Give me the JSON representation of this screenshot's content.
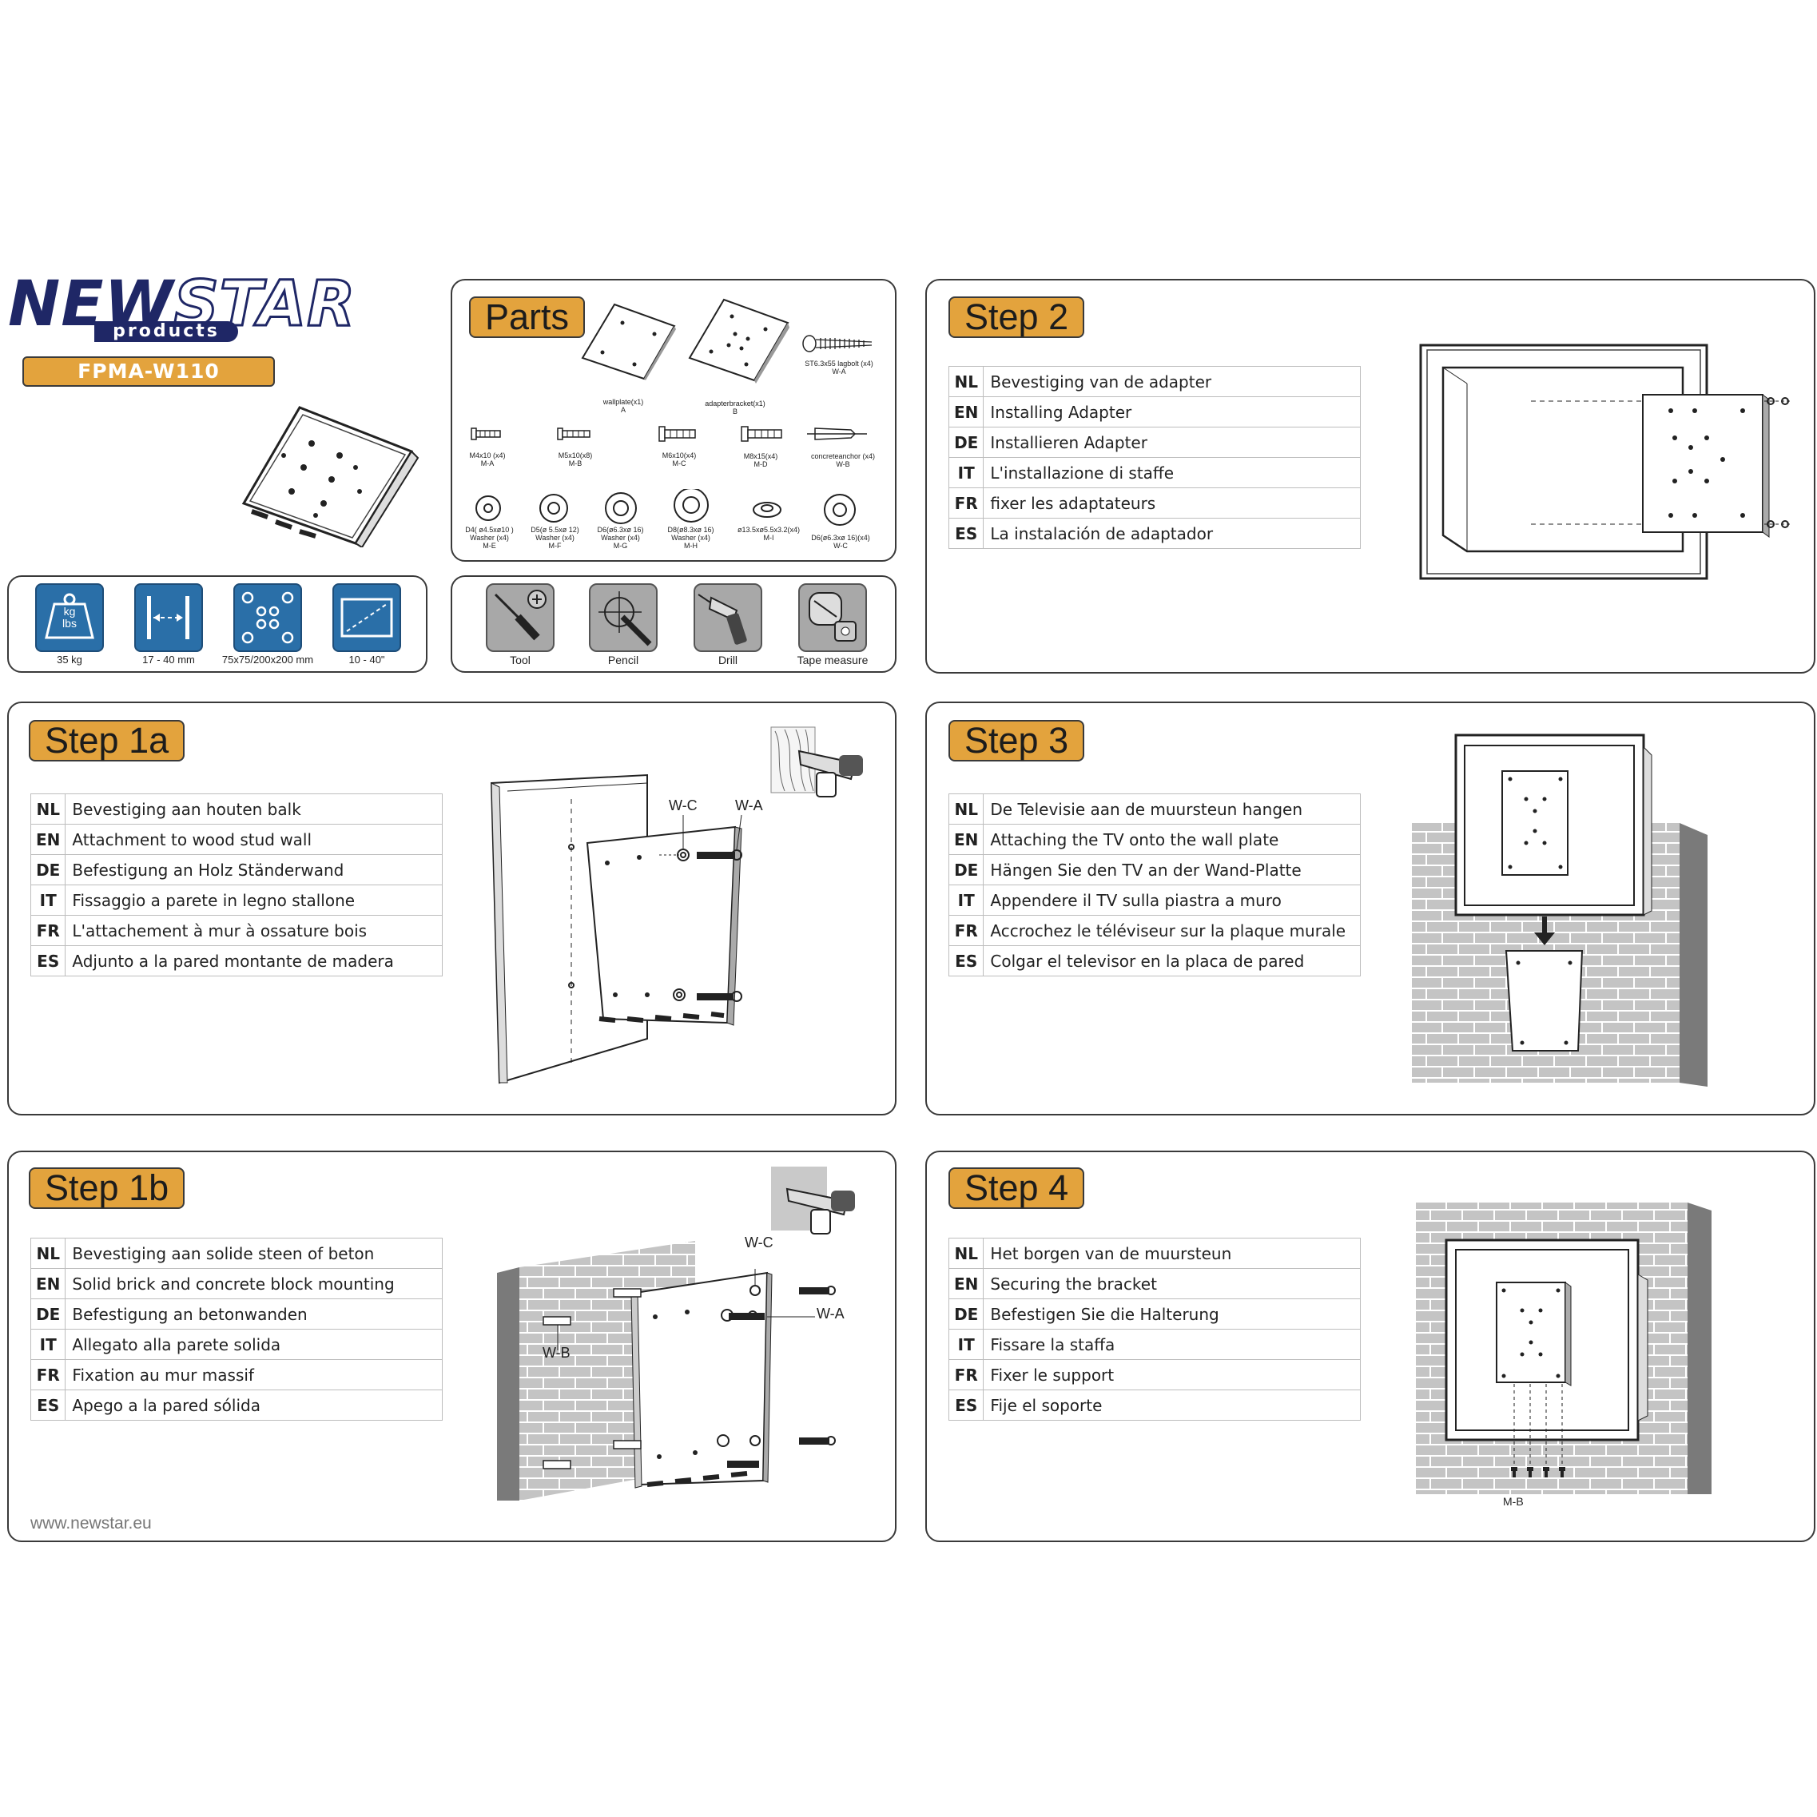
{
  "brand": {
    "name_part1": "NEW",
    "name_part2": "STAR",
    "sub": "products",
    "model": "FPMA-W110"
  },
  "specs": [
    {
      "icon": "weight-icon",
      "icon_text_1": "kg",
      "icon_text_2": "lbs",
      "label": "35 kg"
    },
    {
      "icon": "wall-distance-icon",
      "label": "17 - 40 mm"
    },
    {
      "icon": "vesa-pattern-icon",
      "label": "75x75/200x200 mm"
    },
    {
      "icon": "screen-size-icon",
      "label": "10 - 40\""
    }
  ],
  "parts": {
    "title": "Parts",
    "items": [
      {
        "name": "wallplate(x1)",
        "code": "A"
      },
      {
        "name": "adapterbracket(x1)",
        "code": "B"
      },
      {
        "name": "ST6.3x55 lagbolt    (x4)",
        "code": "W-A"
      },
      {
        "name": "M4x10  (x4)",
        "code": "M-A"
      },
      {
        "name": "M5x10(x8)",
        "code": "M-B"
      },
      {
        "name": "M6x10(x4)",
        "code": "M-C"
      },
      {
        "name": "M8x15(x4)",
        "code": "M-D"
      },
      {
        "name": "concreteanchor   (x4)",
        "code": "W-B"
      },
      {
        "name": "D4( ø4.5xø10 )",
        "sub": "Washer  (x4)",
        "code": "M-E"
      },
      {
        "name": "D5(ø 5.5xø 12)",
        "sub": "Washer  (x4)",
        "code": "M-F"
      },
      {
        "name": "D6(ø6.3xø  16)",
        "sub": "Washer  (x4)",
        "code": "M-G"
      },
      {
        "name": "D8(ø8.3xø  16)",
        "sub": "Washer  (x4)",
        "code": "M-H"
      },
      {
        "name": "ø13.5xø5.5x3.2(x4)",
        "code": "M-I"
      },
      {
        "name": "D6(ø6.3xø  16)(x4)",
        "code": "W-C"
      }
    ]
  },
  "tools": [
    {
      "icon": "screwdriver-icon",
      "label": "Tool"
    },
    {
      "icon": "pencil-icon",
      "label": "Pencil"
    },
    {
      "icon": "drill-icon",
      "label": "Drill"
    },
    {
      "icon": "tape-measure-icon",
      "label": "Tape measure"
    }
  ],
  "step2": {
    "title": "Step 2",
    "rows": [
      {
        "code": "NL",
        "text": "Bevestiging van de adapter"
      },
      {
        "code": "EN",
        "text": "Installing Adapter"
      },
      {
        "code": "DE",
        "text": "Installieren Adapter"
      },
      {
        "code": "IT",
        "text": "L'installazione di staffe"
      },
      {
        "code": "FR",
        "text": "fixer les adaptateurs"
      },
      {
        "code": "ES",
        "text": "La instalación de adaptador"
      }
    ]
  },
  "step1a": {
    "title": "Step 1a",
    "rows": [
      {
        "code": "NL",
        "text": "Bevestiging aan houten balk"
      },
      {
        "code": "EN",
        "text": "Attachment to wood stud wall"
      },
      {
        "code": "DE",
        "text": "Befestigung an Holz Ständerwand"
      },
      {
        "code": "IT",
        "text": "Fissaggio a parete in legno stallone"
      },
      {
        "code": "FR",
        "text": "L'attachement à mur à ossature bois"
      },
      {
        "code": "ES",
        "text": "Adjunto a la pared montante de madera"
      }
    ],
    "callouts": {
      "a": "W-C",
      "b": "W-A"
    }
  },
  "step3": {
    "title": "Step 3",
    "rows": [
      {
        "code": "NL",
        "text": "De Televisie aan de muursteun hangen"
      },
      {
        "code": "EN",
        "text": "Attaching the TV onto the wall plate"
      },
      {
        "code": "DE",
        "text": "Hängen Sie den TV an der Wand-Platte"
      },
      {
        "code": "IT",
        "text": "Appendere il TV sulla piastra a muro"
      },
      {
        "code": "FR",
        "text": "Accrochez le téléviseur sur la plaque murale"
      },
      {
        "code": "ES",
        "text": "Colgar el televisor en la placa de pared"
      }
    ]
  },
  "step1b": {
    "title": "Step 1b",
    "rows": [
      {
        "code": "NL",
        "text": "Bevestiging aan solide steen of beton"
      },
      {
        "code": "EN",
        "text": "Solid brick and concrete block mounting"
      },
      {
        "code": "DE",
        "text": "Befestigung an betonwanden"
      },
      {
        "code": "IT",
        "text": "Allegato alla parete solida"
      },
      {
        "code": "FR",
        "text": "Fixation au mur massif"
      },
      {
        "code": "ES",
        "text": "Apego a la pared sólida"
      }
    ],
    "callouts": {
      "a": "W-C",
      "b": "W-A",
      "c": "W-B"
    }
  },
  "step4": {
    "title": "Step 4",
    "rows": [
      {
        "code": "NL",
        "text": "Het borgen van de muursteun"
      },
      {
        "code": "EN",
        "text": "Securing the bracket"
      },
      {
        "code": "DE",
        "text": "Befestigen Sie die Halterung"
      },
      {
        "code": "IT",
        "text": "Fissare la staffa"
      },
      {
        "code": "FR",
        "text": "Fixer le support"
      },
      {
        "code": "ES",
        "text": "Fije el soporte"
      }
    ],
    "callouts": {
      "a": "M-B"
    }
  },
  "footer": {
    "url": "www.newstar.eu"
  },
  "colors": {
    "accent": "#e3a33d",
    "brand": "#1f2766",
    "spec_blue": "#2a6fa8",
    "brick": "#c4c4c4"
  }
}
